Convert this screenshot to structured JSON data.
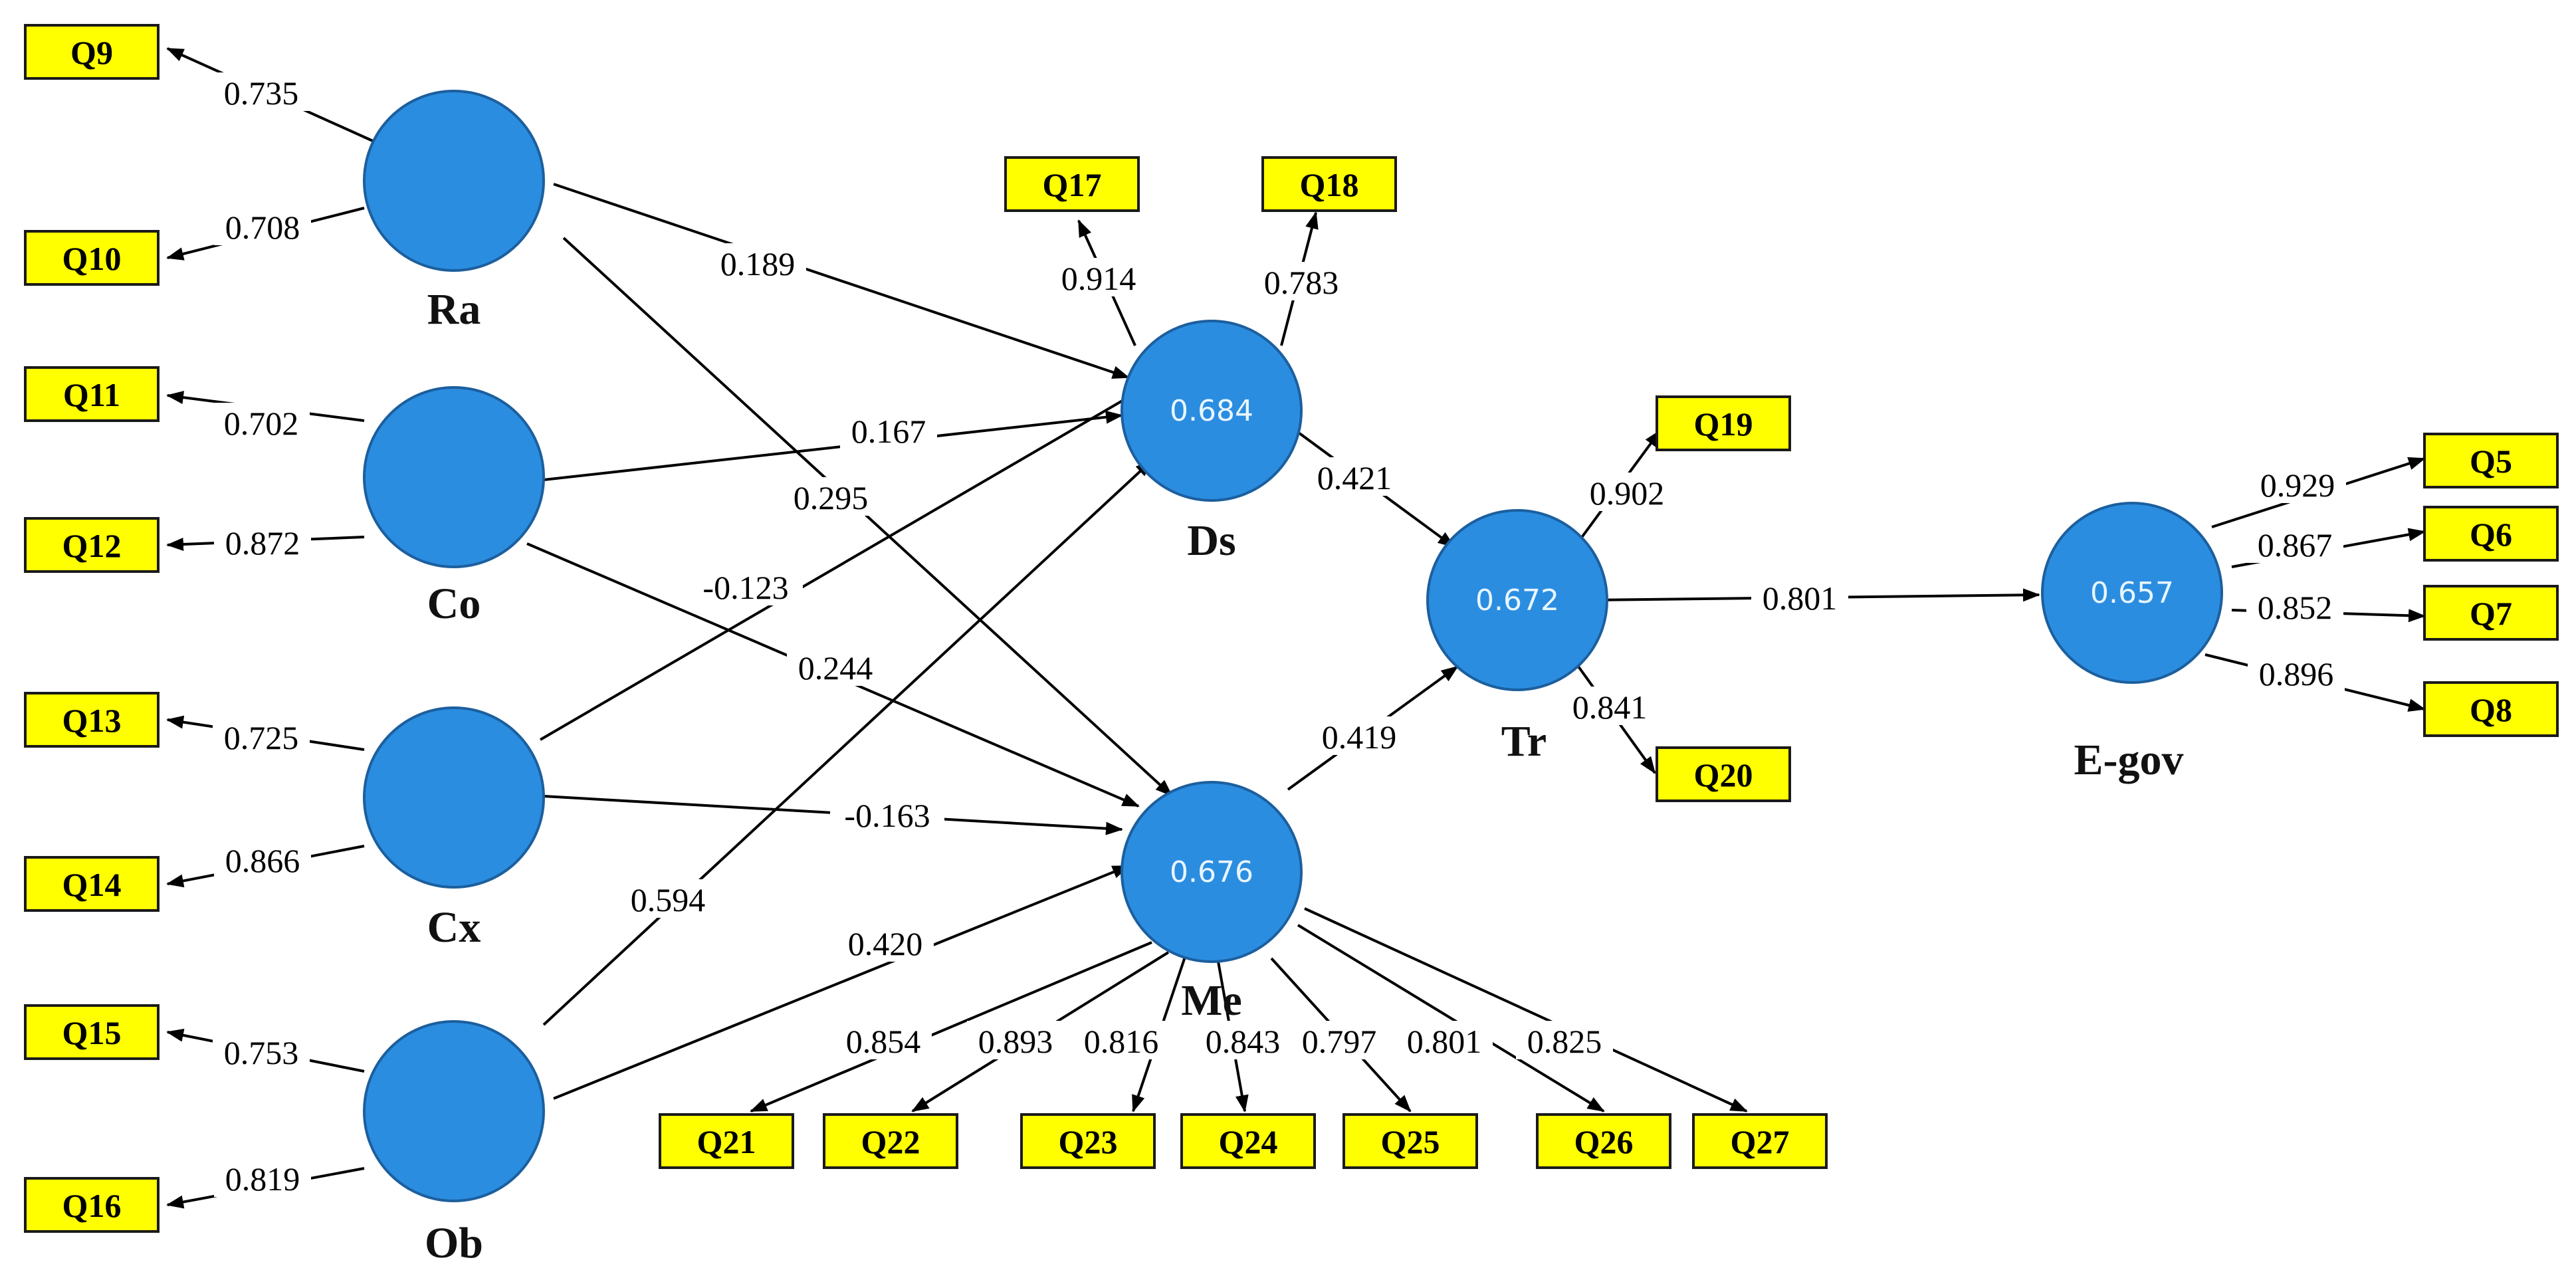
{
  "indicators": [
    "Q9",
    "Q10",
    "Q11",
    "Q12",
    "Q13",
    "Q14",
    "Q15",
    "Q16",
    "Q17",
    "Q18",
    "Q19",
    "Q20",
    "Q21",
    "Q22",
    "Q23",
    "Q24",
    "Q25",
    "Q26",
    "Q27",
    "Q5",
    "Q6",
    "Q7",
    "Q8"
  ],
  "constructs": {
    "Ra": {
      "name": "Ra",
      "r2": ""
    },
    "Co": {
      "name": "Co",
      "r2": ""
    },
    "Cx": {
      "name": "Cx",
      "r2": ""
    },
    "Ob": {
      "name": "Ob",
      "r2": ""
    },
    "Ds": {
      "name": "Ds",
      "r2": "0.684"
    },
    "Me": {
      "name": "Me",
      "r2": "0.676"
    },
    "Tr": {
      "name": "Tr",
      "r2": "0.672"
    },
    "Egov": {
      "name": "E-gov",
      "r2": "0.657"
    }
  },
  "loadings": [
    {
      "construct": "Ra",
      "indicator": "Q9",
      "value": "0.735"
    },
    {
      "construct": "Ra",
      "indicator": "Q10",
      "value": "0.708"
    },
    {
      "construct": "Co",
      "indicator": "Q11",
      "value": "0.702"
    },
    {
      "construct": "Co",
      "indicator": "Q12",
      "value": "0.872"
    },
    {
      "construct": "Cx",
      "indicator": "Q13",
      "value": "0.725"
    },
    {
      "construct": "Cx",
      "indicator": "Q14",
      "value": "0.866"
    },
    {
      "construct": "Ob",
      "indicator": "Q15",
      "value": "0.753"
    },
    {
      "construct": "Ob",
      "indicator": "Q16",
      "value": "0.819"
    },
    {
      "construct": "Ds",
      "indicator": "Q17",
      "value": "0.914"
    },
    {
      "construct": "Ds",
      "indicator": "Q18",
      "value": "0.783"
    },
    {
      "construct": "Tr",
      "indicator": "Q19",
      "value": "0.902"
    },
    {
      "construct": "Tr",
      "indicator": "Q20",
      "value": "0.841"
    },
    {
      "construct": "Me",
      "indicator": "Q21",
      "value": "0.854"
    },
    {
      "construct": "Me",
      "indicator": "Q22",
      "value": "0.893"
    },
    {
      "construct": "Me",
      "indicator": "Q23",
      "value": "0.816"
    },
    {
      "construct": "Me",
      "indicator": "Q24",
      "value": "0.843"
    },
    {
      "construct": "Me",
      "indicator": "Q25",
      "value": "0.797"
    },
    {
      "construct": "Me",
      "indicator": "Q26",
      "value": "0.801"
    },
    {
      "construct": "Me",
      "indicator": "Q27",
      "value": "0.825"
    },
    {
      "construct": "Egov",
      "indicator": "Q5",
      "value": "0.929"
    },
    {
      "construct": "Egov",
      "indicator": "Q6",
      "value": "0.867"
    },
    {
      "construct": "Egov",
      "indicator": "Q7",
      "value": "0.852"
    },
    {
      "construct": "Egov",
      "indicator": "Q8",
      "value": "0.896"
    }
  ],
  "paths": [
    {
      "from": "Ra",
      "to": "Ds",
      "value": "0.189"
    },
    {
      "from": "Ra",
      "to": "Me",
      "value": "0.295"
    },
    {
      "from": "Co",
      "to": "Ds",
      "value": "0.167"
    },
    {
      "from": "Co",
      "to": "Me",
      "value": "0.244"
    },
    {
      "from": "Cx",
      "to": "Ds",
      "value": "-0.123"
    },
    {
      "from": "Cx",
      "to": "Me",
      "value": "-0.163"
    },
    {
      "from": "Ob",
      "to": "Ds",
      "value": "0.594"
    },
    {
      "from": "Ob",
      "to": "Me",
      "value": "0.420"
    },
    {
      "from": "Ds",
      "to": "Tr",
      "value": "0.421"
    },
    {
      "from": "Me",
      "to": "Tr",
      "value": "0.419"
    },
    {
      "from": "Tr",
      "to": "Egov",
      "value": "0.801"
    }
  ]
}
